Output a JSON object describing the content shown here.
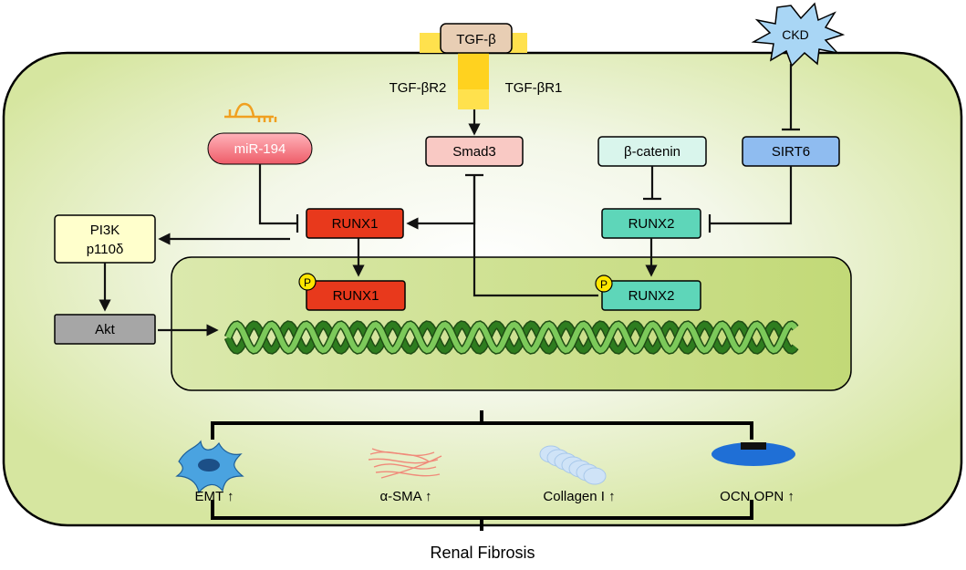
{
  "colors": {
    "cell_outer": "#d9e8a6",
    "cell_inner": "#f6f9ef",
    "nucleus": "#c5da7d",
    "runx1": "#e8391c",
    "runx2": "#5ed6b9",
    "smad3": "#f9c9c4",
    "beta_catenin": "#d9f5ec",
    "sirt6": "#8fbcf0",
    "pi3k": "#ffffcc",
    "akt": "#a6a6a6",
    "tgfb": "#e8ceb4",
    "receptor": "#ffe14d",
    "mir": "#f06d78",
    "ckd": "#a9d6f5",
    "dna": "#3f9a2e",
    "phospho": "#ffe600"
  },
  "nodes": {
    "tgfb": "TGF-β",
    "tgfbr2": "TGF-βR2",
    "tgfbr1": "TGF-βR1",
    "ckd": "CKD",
    "mir194": "miR-194",
    "smad3": "Smad3",
    "beta_catenin": "β-catenin",
    "sirt6": "SIRT6",
    "pi3k_line1": "PI3K",
    "pi3k_line2": "p110δ",
    "runx1": "RUNX1",
    "runx2": "RUNX2",
    "runx1_p": "RUNX1",
    "runx2_p": "RUNX2",
    "phospho_label": "P",
    "akt": "Akt"
  },
  "outcomes": [
    {
      "label": "EMT  ↑",
      "icon": "emt-cell-icon"
    },
    {
      "label": "α-SMA  ↑",
      "icon": "alpha-sma-fibers-icon"
    },
    {
      "label": "Collagen I ↑",
      "icon": "collagen-icon"
    },
    {
      "label": "OCN OPN ↑",
      "icon": "ocn-opn-icon"
    }
  ],
  "footer": "Renal Fibrosis"
}
